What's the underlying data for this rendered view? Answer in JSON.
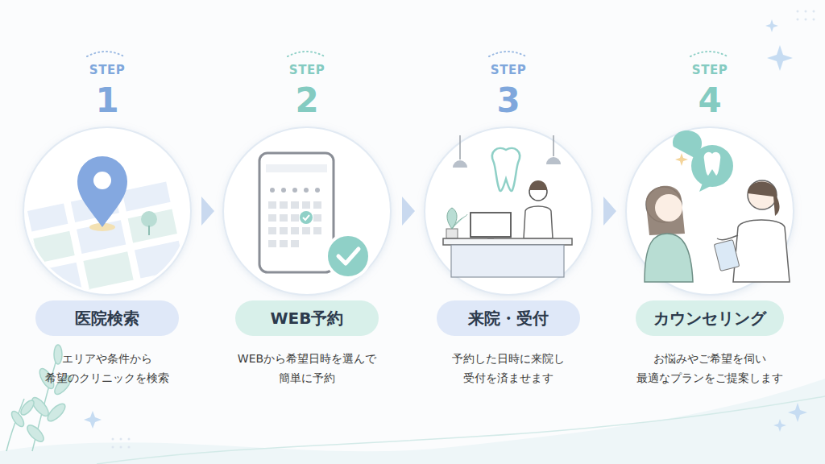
{
  "diagram": {
    "nodes": [
      {
        "text": [
          "医院検索",
          "エリアや条件から 希望のクリニックを検索"
        ]
      },
      {
        "text": [
          "WEB予約",
          "WEBから希望日時を選んで 簡単に予約"
        ]
      },
      {
        "text": [
          "来院・受付",
          "予約した日時に来院し 受付を済ませます"
        ]
      },
      {
        "text": [
          "カウンセリング",
          "お悩みやご希望を伺い 最適なプランをご提案します"
        ]
      }
    ],
    "edges": [
      {
        "from": 0,
        "to": 1,
        "arrow": "to"
      },
      {
        "from": 1,
        "to": 2,
        "arrow": "to"
      },
      {
        "from": 2,
        "to": 3,
        "arrow": "to"
      }
    ],
    "labels": [
      "STEP",
      "1",
      "STEP",
      "2",
      "STEP",
      "3",
      "STEP",
      "4"
    ]
  }
}
